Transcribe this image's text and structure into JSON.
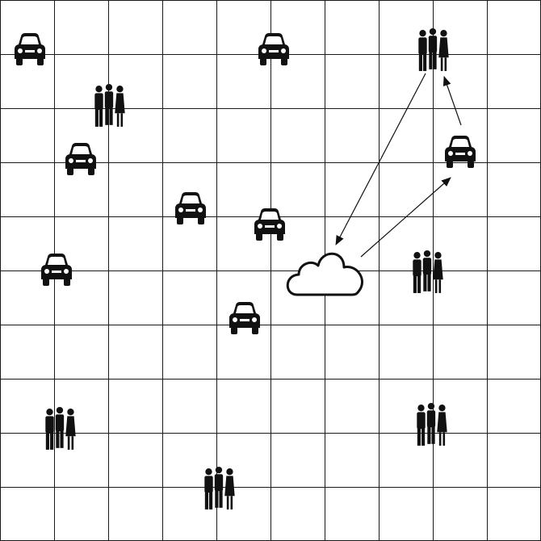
{
  "colors": {
    "background": "#ffffff",
    "grid_line": "#1a1a1a",
    "icon_fill": "#111111",
    "arrow": "#111111",
    "cloud_stroke": "#111111"
  },
  "grid": {
    "rows": 10,
    "cols": 10
  },
  "icon_types": {
    "car": "car-icon",
    "people": "people-group-icon",
    "cloud": "cloud-icon"
  },
  "vehicles": [
    {
      "id": "car-1"
    },
    {
      "id": "car-2"
    },
    {
      "id": "car-3"
    },
    {
      "id": "car-4"
    },
    {
      "id": "car-5"
    },
    {
      "id": "car-6"
    },
    {
      "id": "car-7"
    },
    {
      "id": "car-8"
    }
  ],
  "people_groups": [
    {
      "id": "people-1"
    },
    {
      "id": "people-2"
    },
    {
      "id": "people-3"
    },
    {
      "id": "people-4"
    },
    {
      "id": "people-5"
    },
    {
      "id": "people-6"
    }
  ],
  "cloud": {
    "id": "cloud-server"
  },
  "connections": [
    {
      "from": "people-2",
      "to": "cloud-server"
    },
    {
      "from": "cloud-server",
      "to": "car-8"
    },
    {
      "from": "car-8",
      "to": "people-2"
    }
  ]
}
